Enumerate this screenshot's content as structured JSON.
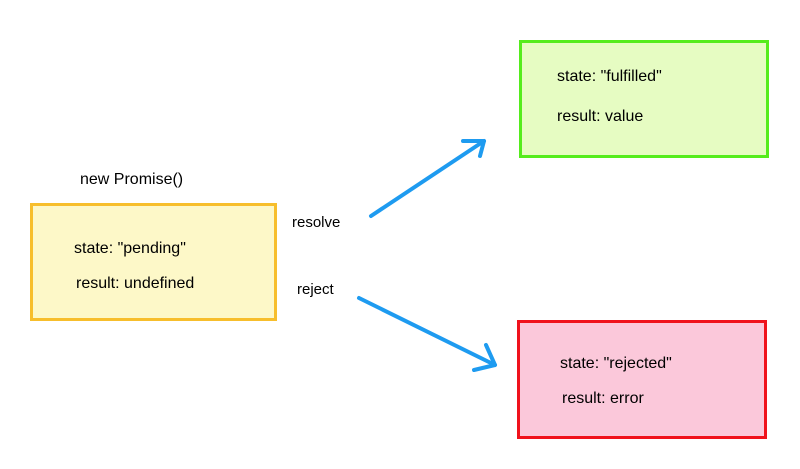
{
  "diagram": {
    "caption": "new Promise()",
    "states": {
      "pending": {
        "state_text": "state: \"pending\"",
        "result_text": "result: undefined",
        "border_color": "#f7be2c",
        "fill_color": "#fdf8c8"
      },
      "fulfilled": {
        "state_text": "state: \"fulfilled\"",
        "result_text": "result: value",
        "border_color": "#55ec1c",
        "fill_color": "#e6fcc2"
      },
      "rejected": {
        "state_text": "state: \"rejected\"",
        "result_text": "result: error",
        "border_color": "#f0121c",
        "fill_color": "#fbc8da"
      }
    },
    "transitions": {
      "resolve": {
        "label": "resolve",
        "from": "pending",
        "to": "fulfilled"
      },
      "reject": {
        "label": "reject",
        "from": "pending",
        "to": "rejected"
      }
    },
    "arrow_color": "#1e9bf0"
  }
}
